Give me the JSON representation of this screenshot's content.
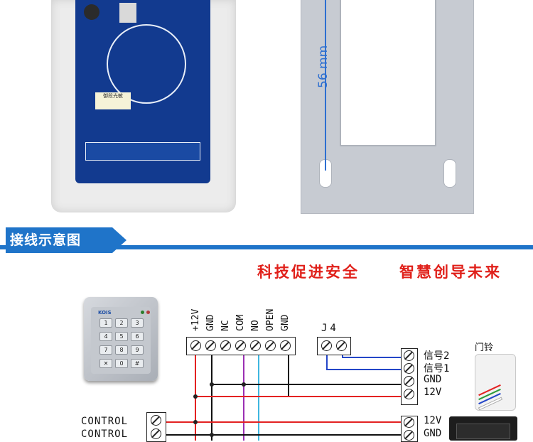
{
  "photo": {
    "dimension_label": "56 mm",
    "pcb_label": "御段光敏"
  },
  "section": {
    "title": "接线示意图",
    "slogan_left": "科技促进安全",
    "slogan_right": "智慧创导未来"
  },
  "keypad": {
    "brand": "KOIS",
    "keys": [
      "1",
      "2",
      "3",
      "4",
      "5",
      "6",
      "7",
      "8",
      "9",
      "✕",
      "0",
      "#"
    ],
    "led_colors": [
      "#2a7d2a",
      "#b33a3a"
    ]
  },
  "terminal_main": {
    "labels": [
      "+12V",
      "GND",
      "NC",
      "COM",
      "NO",
      "OPEN",
      "GND"
    ]
  },
  "j4": {
    "label": "J4"
  },
  "right_block_top": {
    "labels": [
      "信号2",
      "信号1",
      "GND",
      "12V"
    ]
  },
  "right_block_bottom": {
    "labels": [
      "12V",
      "GND"
    ]
  },
  "doorbell": {
    "label": "门铃"
  },
  "control": {
    "labels": [
      "CONTROL",
      "CONTROL"
    ]
  },
  "colors": {
    "accent_blue": "#1f74c9",
    "slogan_red": "#e0201a",
    "wire_red": "#e32222",
    "wire_black": "#111111",
    "wire_purple": "#9b2fb3",
    "wire_cyan": "#3fb7e0",
    "wire_blue": "#2446c8"
  }
}
